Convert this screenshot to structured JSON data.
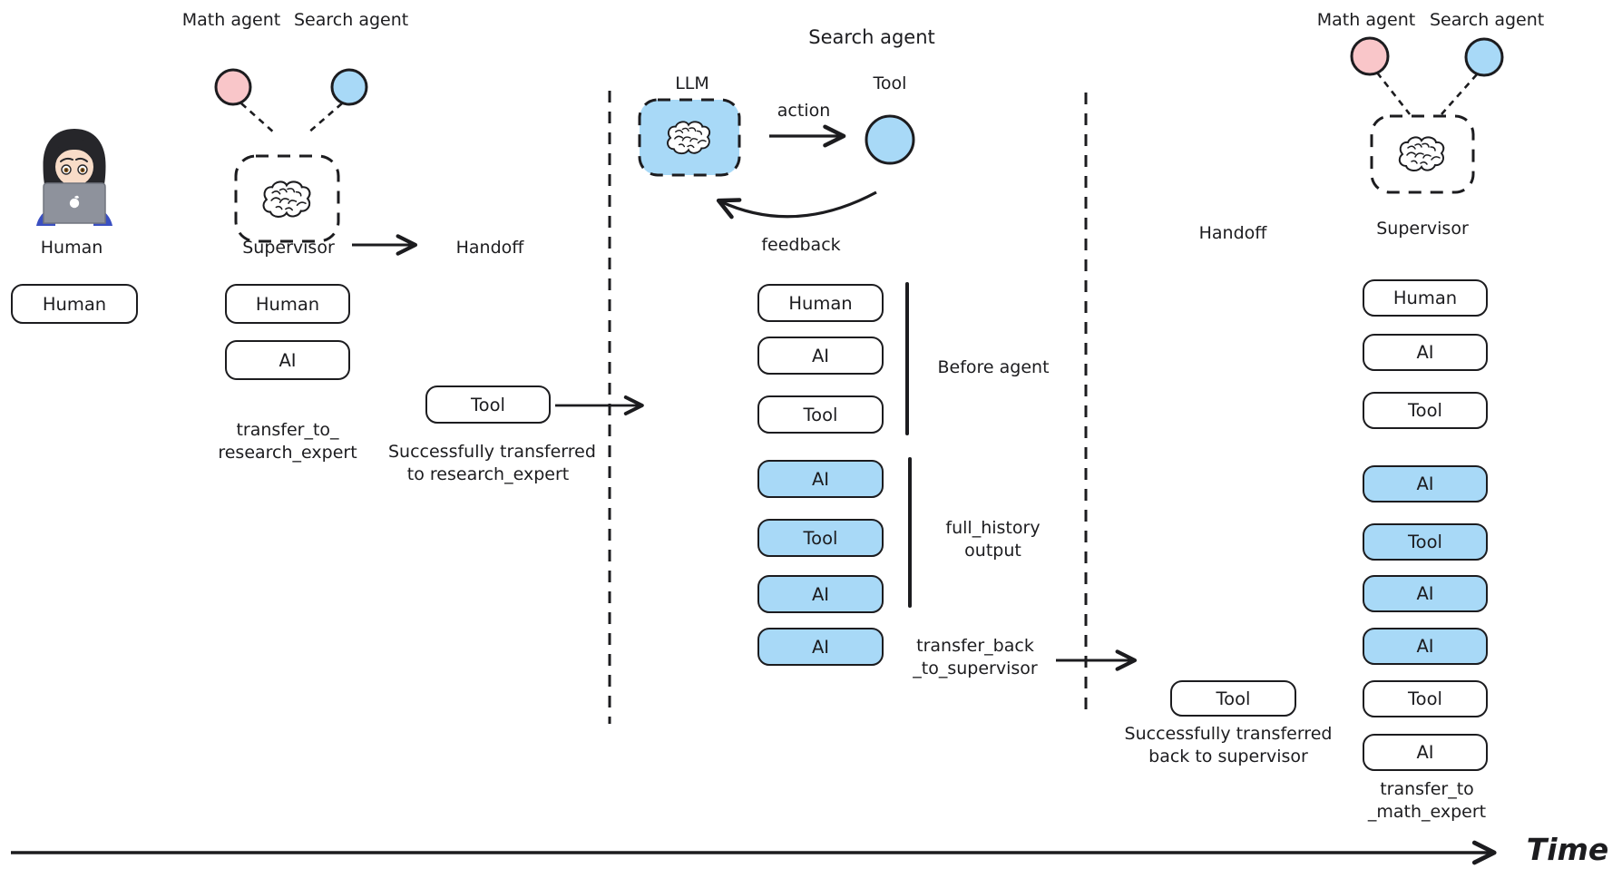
{
  "colors": {
    "agent_pink": "#f9c6c9",
    "agent_blue": "#a8d9f7",
    "ink": "#1c1c1f"
  },
  "icons": {
    "supervisor_left": "brain-doodle-icon",
    "llm": "brain-doodle-icon",
    "supervisor_right": "brain-doodle-icon",
    "human": "woman-at-laptop-icon",
    "math_agent_node": "pink-circle",
    "search_agent_node": "blue-circle",
    "tool_node": "blue-circle"
  },
  "sections": {
    "left": {
      "caption": "Human",
      "message": "Human"
    },
    "supervisor": {
      "math_agent": "Math agent",
      "search_agent": "Search agent",
      "title": "Supervisor",
      "handoff": "Handoff",
      "messages": [
        {
          "label": "Human",
          "variant": "white"
        },
        {
          "label": "AI",
          "variant": "white"
        }
      ],
      "call_note": [
        "transfer_to_",
        "research_expert"
      ],
      "tool_message": "Tool",
      "result_note": [
        "Successfully transferred",
        "to research_expert"
      ]
    },
    "search_agent": {
      "title": "Search agent",
      "llm_label": "LLM",
      "tool_label": "Tool",
      "action_label": "action",
      "feedback_label": "feedback",
      "messages": [
        {
          "label": "Human",
          "variant": "white"
        },
        {
          "label": "AI",
          "variant": "white"
        },
        {
          "label": "Tool",
          "variant": "white"
        },
        {
          "label": "AI",
          "variant": "blue"
        },
        {
          "label": "Tool",
          "variant": "blue"
        },
        {
          "label": "AI",
          "variant": "blue"
        },
        {
          "label": "AI",
          "variant": "blue"
        }
      ],
      "before_agent_label": "Before agent",
      "full_history_label": [
        "full_history",
        "output"
      ],
      "transfer_note": [
        "transfer_back",
        "_to_supervisor"
      ]
    },
    "handoff_return": {
      "tool_message": "Tool",
      "result_note": [
        "Successfully transferred",
        "back to supervisor"
      ]
    },
    "supervisor_right": {
      "math_agent": "Math agent",
      "search_agent": "Search agent",
      "title": "Supervisor",
      "handoff": "Handoff",
      "messages": [
        {
          "label": "Human",
          "variant": "white"
        },
        {
          "label": "AI",
          "variant": "white"
        },
        {
          "label": "Tool",
          "variant": "white"
        },
        {
          "label": "AI",
          "variant": "blue"
        },
        {
          "label": "Tool",
          "variant": "blue"
        },
        {
          "label": "AI",
          "variant": "blue"
        },
        {
          "label": "AI",
          "variant": "blue"
        },
        {
          "label": "Tool",
          "variant": "white"
        },
        {
          "label": "AI",
          "variant": "white"
        }
      ],
      "call_note": [
        "transfer_to",
        "_math_expert"
      ]
    },
    "timeline": {
      "label": "Time"
    }
  }
}
